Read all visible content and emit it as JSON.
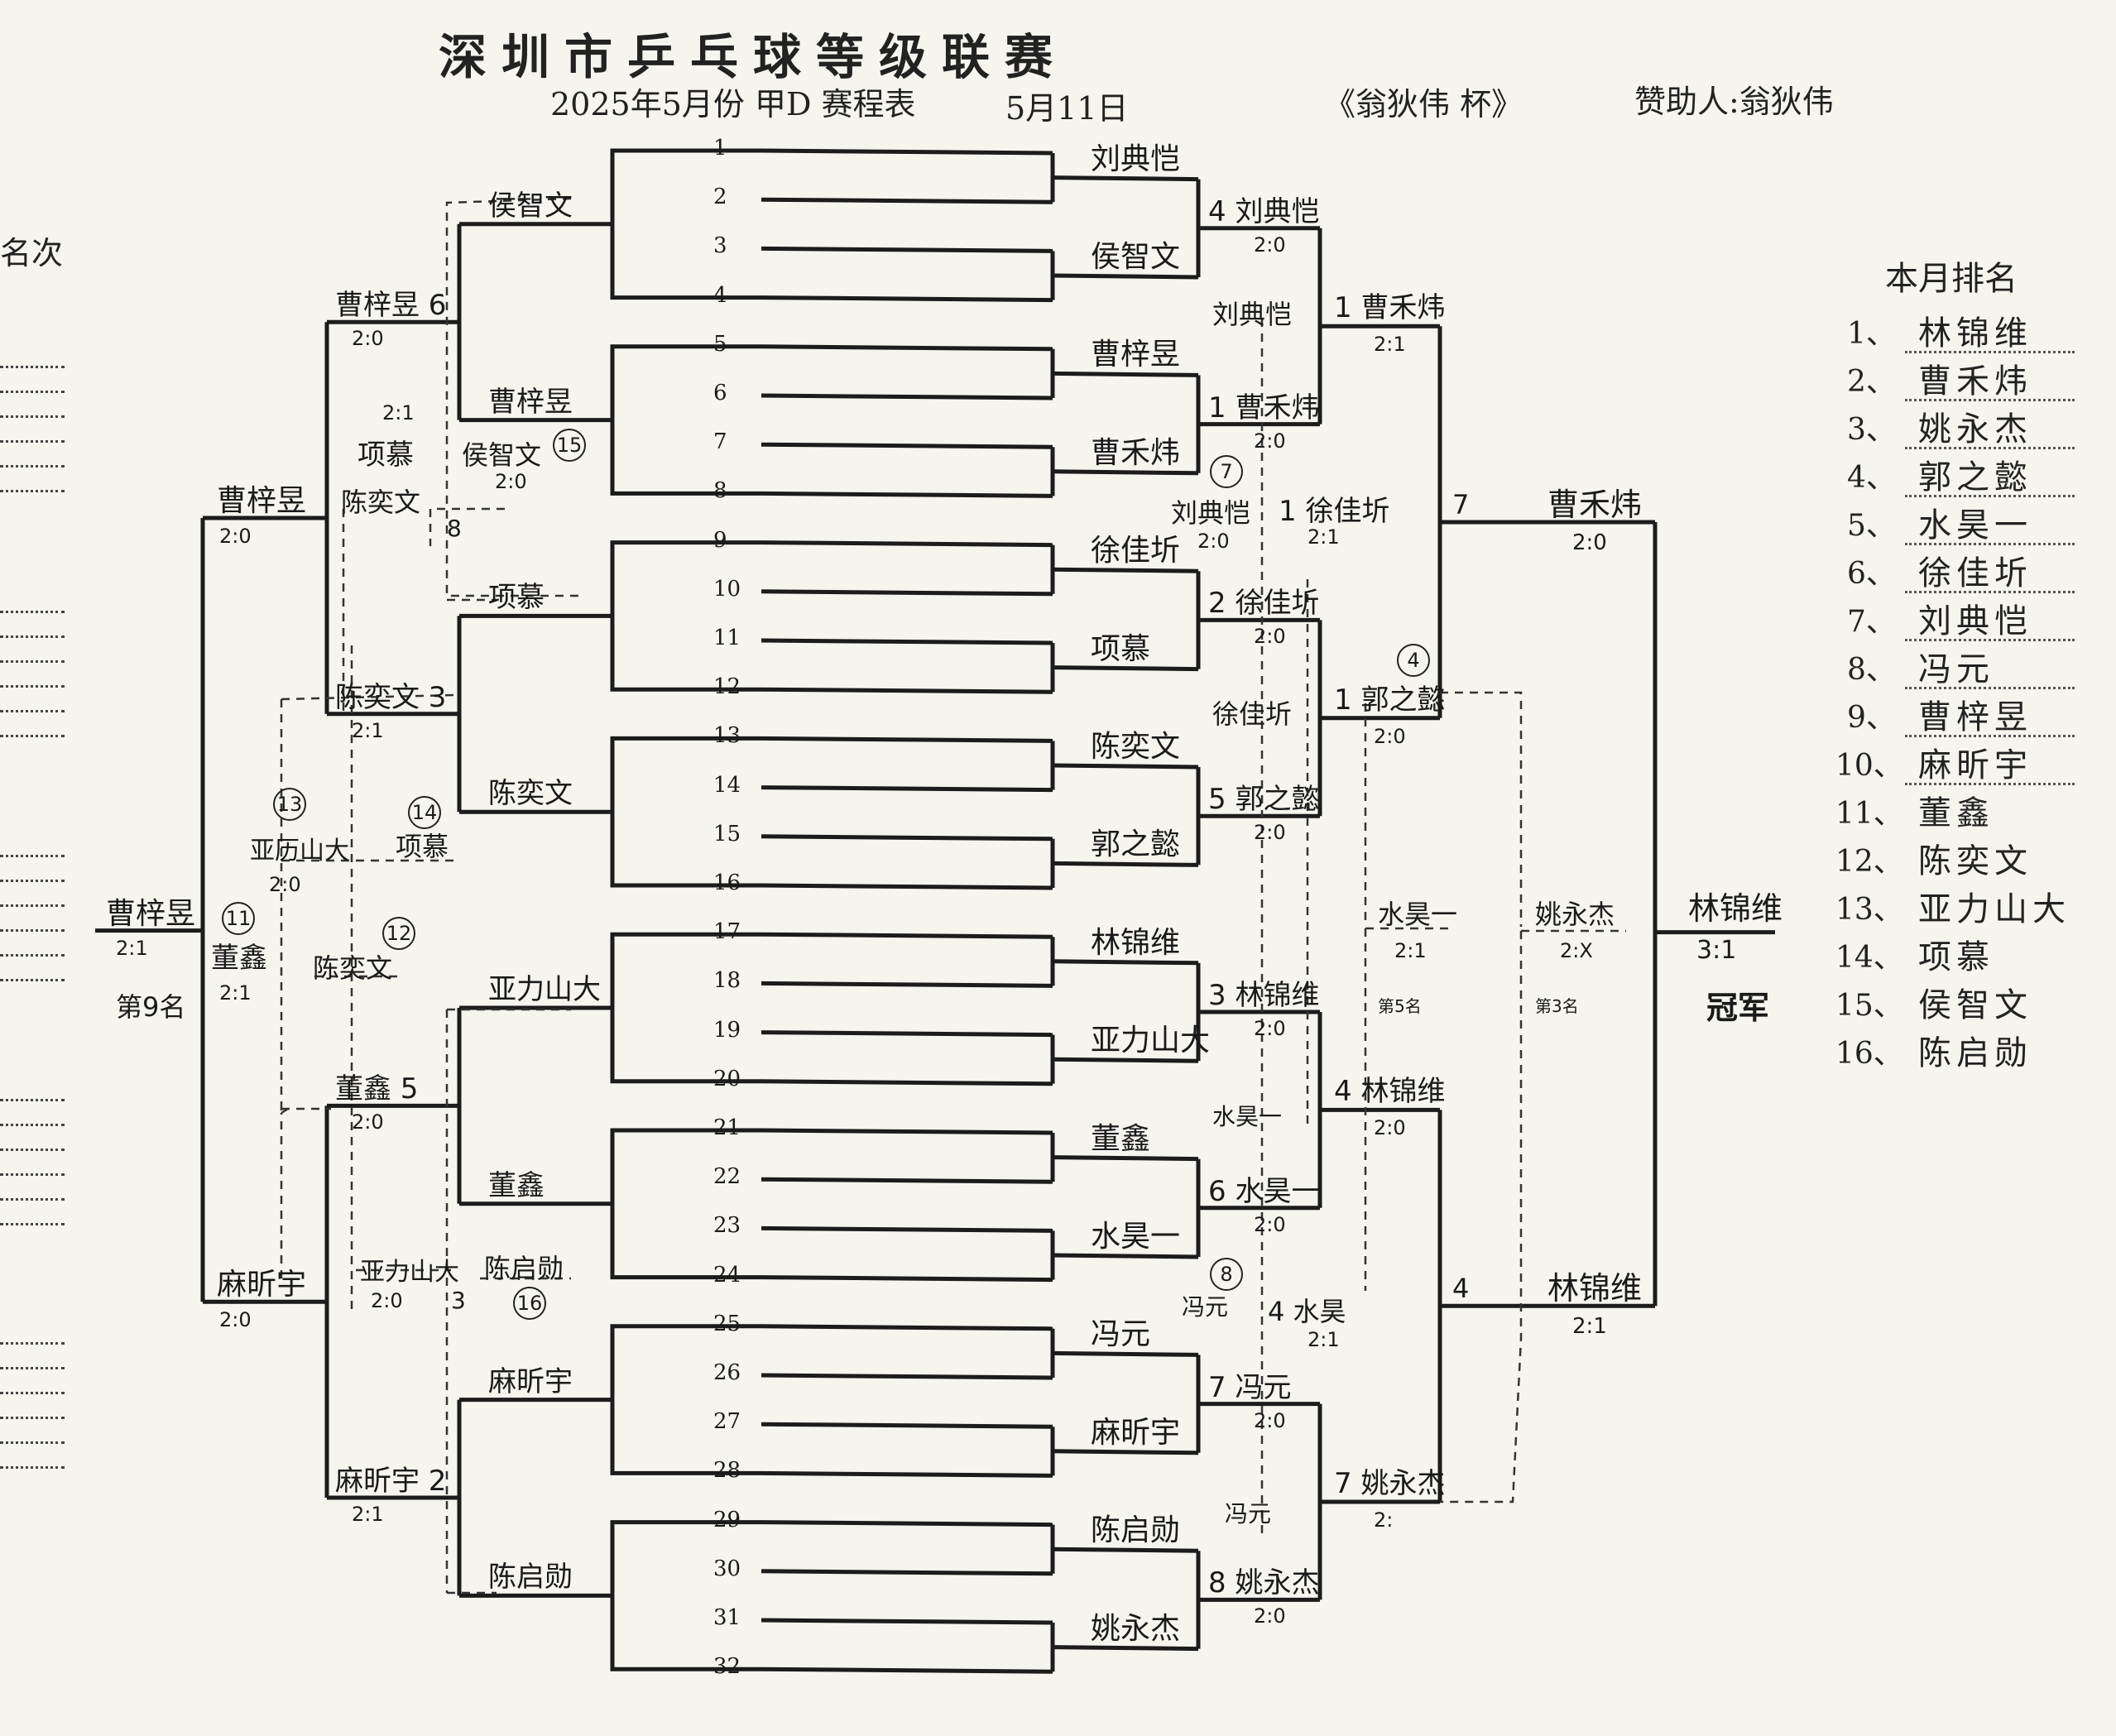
{
  "header": {
    "title": "深圳市乒乓球等级联赛",
    "subtitle": "2025年5月份 甲D 赛程表",
    "date": "5月11日",
    "cup": "《翁狄伟 杯》",
    "sponsor": "赞助人:翁狄伟"
  },
  "left_label": "名次",
  "seeds": [
    "1",
    "2",
    "3",
    "4",
    "5",
    "6",
    "7",
    "8",
    "9",
    "10",
    "11",
    "12",
    "13",
    "14",
    "15",
    "16",
    "17",
    "18",
    "19",
    "20",
    "21",
    "22",
    "23",
    "24",
    "25",
    "26",
    "27",
    "28",
    "29",
    "30",
    "31",
    "32"
  ],
  "ranking": {
    "title": "本月排名",
    "items": [
      {
        "num": "1、",
        "name": "林锦维"
      },
      {
        "num": "2、",
        "name": "曹禾炜"
      },
      {
        "num": "3、",
        "name": "姚永杰"
      },
      {
        "num": "4、",
        "name": "郭之懿"
      },
      {
        "num": "5、",
        "name": "水昊一"
      },
      {
        "num": "6、",
        "name": "徐佳圻"
      },
      {
        "num": "7、",
        "name": "刘典恺"
      },
      {
        "num": "8、",
        "name": "冯元"
      },
      {
        "num": "9、",
        "name": "曹梓昱"
      },
      {
        "num": "10、",
        "name": "麻昕宇"
      },
      {
        "num": "11、",
        "name": "董鑫"
      },
      {
        "num": "12、",
        "name": "陈奕文"
      },
      {
        "num": "13、",
        "name": "亚力山大"
      },
      {
        "num": "14、",
        "name": "项慕"
      },
      {
        "num": "15、",
        "name": "侯智文"
      },
      {
        "num": "16、",
        "name": "陈启勋"
      }
    ]
  },
  "bracket": {
    "r1_right": [
      {
        "name": "刘典恺"
      },
      {
        "name": "侯智文"
      },
      {
        "name": "曹梓昱"
      },
      {
        "name": "曹禾炜"
      },
      {
        "name": "徐佳圻"
      },
      {
        "name": "项慕"
      },
      {
        "name": "陈奕文"
      },
      {
        "name": "郭之懿"
      },
      {
        "name": "林锦维"
      },
      {
        "name": "亚力山大"
      },
      {
        "name": "董鑫"
      },
      {
        "name": "水昊一"
      },
      {
        "name": "冯元"
      },
      {
        "name": "麻昕宇"
      },
      {
        "name": "陈启勋"
      },
      {
        "name": "姚永杰"
      }
    ],
    "r2_right": [
      {
        "text": "4 刘典恺",
        "score": "2:0"
      },
      {
        "text": "1 曹禾炜",
        "score": "2:0"
      },
      {
        "text": "2 徐佳圻",
        "score": "2:0"
      },
      {
        "text": "5 郭之懿",
        "score": "2:0"
      },
      {
        "text": "3 林锦维",
        "score": "2:0"
      },
      {
        "text": "6 水昊一",
        "score": "2:0"
      },
      {
        "text": "7 冯元",
        "score": "2:0"
      },
      {
        "text": "8 姚永杰",
        "score": "2:0"
      }
    ],
    "r3_right": [
      {
        "text": "1 曹禾炜",
        "score": "2:1"
      },
      {
        "text": "1 郭之懿",
        "score": "2:0"
      },
      {
        "text": "4 林锦维",
        "score": "2:0"
      },
      {
        "text": "7 姚永杰",
        "score": "2:"
      }
    ],
    "r4_right": [
      {
        "text": "曹禾炜",
        "num": "7",
        "score": "2:0"
      },
      {
        "text": "林锦维",
        "num": "4",
        "score": "2:1"
      }
    ],
    "final": {
      "name": "林锦维",
      "score": "3:1",
      "label": "冠军"
    },
    "third": {
      "name": "姚永杰",
      "score": "2:X",
      "label": "第3名"
    },
    "fifth": {
      "name": "水昊一",
      "score": "2:1",
      "label": "第5名"
    },
    "right_consolation": [
      {
        "text": "刘典恺",
        "circle": "7"
      },
      {
        "text": "刘典恺",
        "score": "2:0"
      },
      {
        "text": "1 徐佳圻",
        "score": "2:1"
      },
      {
        "text": "徐佳圻"
      },
      {
        "text": "水昊一"
      },
      {
        "text": "冯元",
        "circle": "8"
      },
      {
        "text": "4 水昊",
        "score": "2:1"
      },
      {
        "text": "冯元"
      },
      {
        "circle": "4"
      }
    ],
    "r1_left": [
      {
        "name": "侯智文"
      },
      {
        "name": "曹梓昱"
      },
      {
        "name": "项慕"
      },
      {
        "name": "陈奕文"
      },
      {
        "name": "亚力山大"
      },
      {
        "name": "董鑫"
      },
      {
        "name": "麻昕宇"
      },
      {
        "name": "陈启勋"
      }
    ],
    "r2_left": [
      {
        "text": "曹梓昱 6",
        "score": "2:0"
      },
      {
        "text": "陈奕文 3",
        "score": "2:1"
      },
      {
        "text": "董鑫 5",
        "score": "2:0"
      },
      {
        "text": "麻昕宇 2",
        "score": "2:1"
      }
    ],
    "r3_left": [
      {
        "text": "曹梓昱",
        "score": "2:0"
      },
      {
        "text": "麻昕宇",
        "score": "2:0"
      }
    ],
    "left_consolation": [
      {
        "text": "刘典恺",
        "score": "2:1"
      },
      {
        "text": "项慕"
      },
      {
        "text": "陈奕文",
        "num": "8"
      },
      {
        "text": "侯智文",
        "circle": "15",
        "score": "2:0"
      },
      {
        "text": "亚历山大",
        "circle": "13",
        "score": "2:0"
      },
      {
        "text": "项慕",
        "circle": "14"
      },
      {
        "text": "陈奕文",
        "circle": "12"
      },
      {
        "text": "亚力山大",
        "score": "2:0",
        "num": "3"
      },
      {
        "text": "陈启勋",
        "circle": "16"
      }
    ],
    "ninth": {
      "winner": "曹梓昱",
      "score": "2:1",
      "loser": "董鑫",
      "loser_score": "2:1",
      "circle": "11",
      "label": "第9名"
    }
  }
}
